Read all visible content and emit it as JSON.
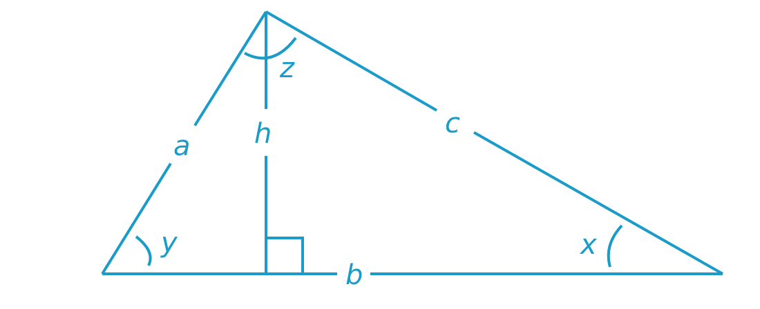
{
  "diagram": {
    "stroke_color": "#1a9bc8",
    "background_color": "#ffffff",
    "labels": {
      "side_a": "a",
      "side_b": "b",
      "side_c": "c",
      "altitude": "h",
      "angle_x": "x",
      "angle_y": "y",
      "angle_z": "z"
    },
    "right_angle_marker": true
  }
}
